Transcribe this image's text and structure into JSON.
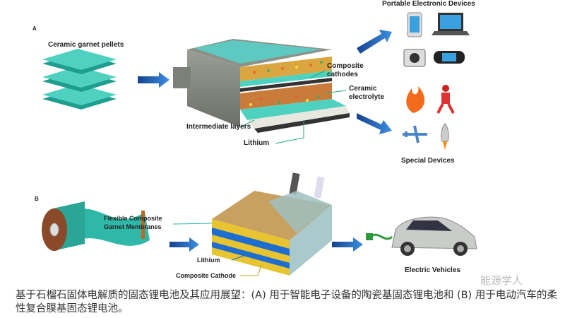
{
  "panel_a": {
    "letter": "A",
    "pellets_label": "Ceramic garnet pellets",
    "composite_cathodes_label": "Composite\ncathodes",
    "ceramic_electrolyte_label": "Ceramic\nelectrolyte",
    "intermediate_layers_label": "Intermediate layers",
    "lithium_label": "Lithium",
    "portable_devices_label": "Portable Electronic Devices",
    "special_devices_label": "Special Devices"
  },
  "panel_b": {
    "letter": "B",
    "membranes_label": "Flexible Composite\nGarnet Membranes",
    "lithium_label": "Lithium",
    "cathode_label": "Composite Cathode",
    "ev_label": "Electric Vehicles"
  },
  "caption": "基于石榴石固体电解质的固态锂电池及其应用展望：(A) 用于智能电子设备的陶瓷基固态锂电池和 (B) 用于电动汽车的柔性复合膜基固态锂电池。",
  "watermark": "能源学人",
  "colors": {
    "teal": "#2fb8a8",
    "arrow": "#1f5fb0"
  }
}
